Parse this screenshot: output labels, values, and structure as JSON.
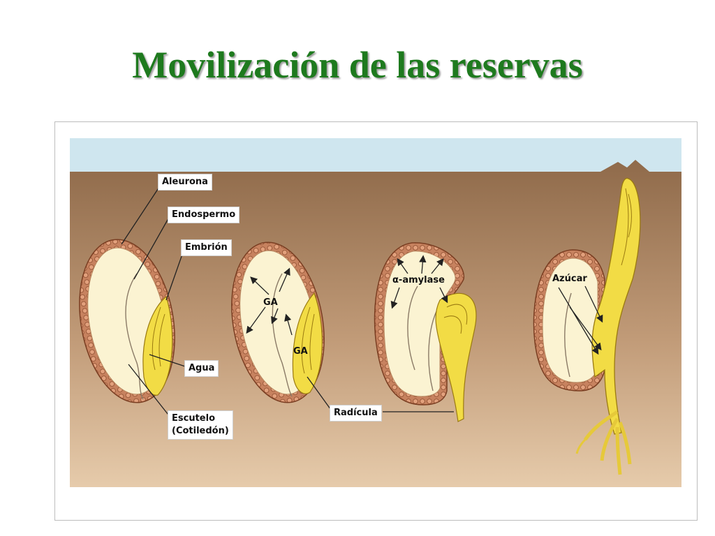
{
  "title": "Movilización de las reservas",
  "labels": {
    "aleurona": "Aleurona",
    "endospermo": "Endospermo",
    "embrion": "Embrión",
    "agua": "Agua",
    "escutelo": "Escutelo\n(Cotiledón)",
    "radicula": "Radícula",
    "ga_1": "GA",
    "ga_2": "GA",
    "amylase": "α-amylase",
    "azucar": "Azúcar"
  },
  "colors": {
    "title": "#1e7a1e",
    "sky": "#cfe6ef",
    "soil_top": "#8f6a4a",
    "soil_bottom": "#e3c6a4",
    "seed_coat": "#c7825f",
    "endosperm": "#fbf3d2",
    "embryo": "#f2dc45"
  }
}
